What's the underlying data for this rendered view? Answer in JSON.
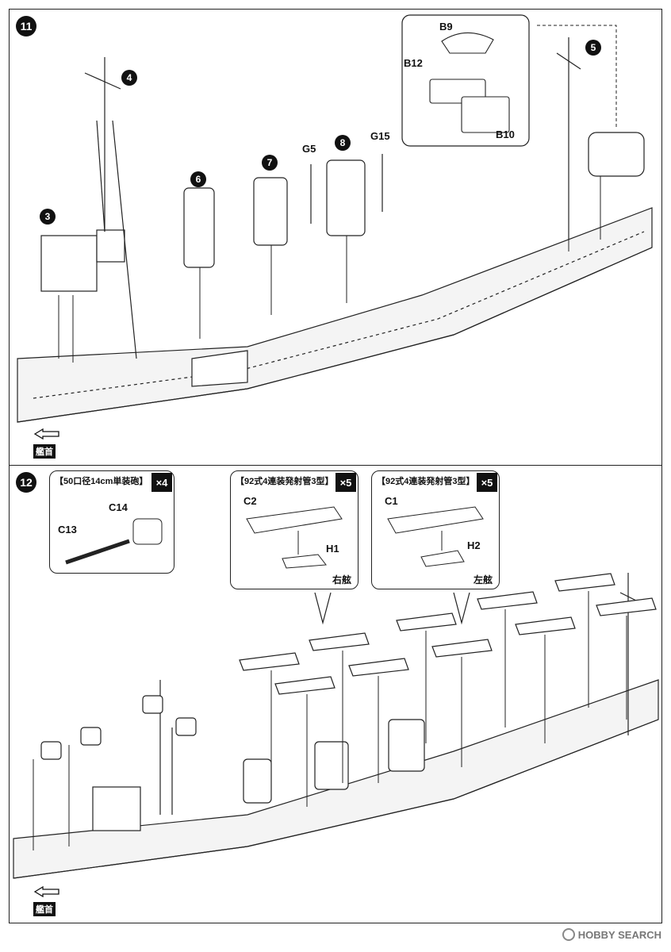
{
  "steps": [
    {
      "number": "11",
      "parts": {
        "n3": "3",
        "n4": "4",
        "n5": "5",
        "n6": "6",
        "n7": "7",
        "n8": "8",
        "g5": "G5",
        "g15": "G15",
        "b9": "B9",
        "b10": "B10",
        "b12": "B12"
      },
      "bow_label": "艦首"
    },
    {
      "number": "12",
      "sub1": {
        "title": "【50口径14cm単装砲】",
        "multiplier": "×4",
        "c13": "C13",
        "c14": "C14"
      },
      "sub2": {
        "title": "【92式4連装発射管3型】",
        "multiplier": "×5",
        "c2": "C2",
        "h1": "H1",
        "side": "右舷"
      },
      "sub3": {
        "title": "【92式4連装発射管3型】",
        "multiplier": "×5",
        "c1": "C1",
        "h2": "H2",
        "side": "左舷"
      },
      "bow_label": "艦首"
    }
  ],
  "watermark": "HOBBY SEARCH"
}
